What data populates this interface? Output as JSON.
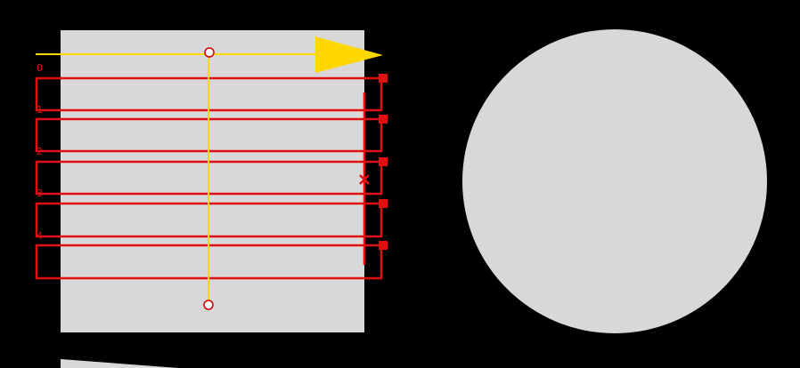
{
  "colors": {
    "background": "#000000",
    "square_fill": "#d8d8d8",
    "circle_fill": "#d8d8d8",
    "guide_yellow": "#ffd700",
    "raster_red": "#e01010",
    "handle_fill": "#ffffff"
  },
  "icons": {
    "direction_arrow": "arrowhead-right-icon",
    "handle": "circle-handle-icon",
    "corner_marker": "square-marker-icon",
    "cross_marker": "x-mark-icon"
  },
  "raster": {
    "row_labels": [
      "0",
      "1",
      "2",
      "3",
      "4"
    ]
  }
}
